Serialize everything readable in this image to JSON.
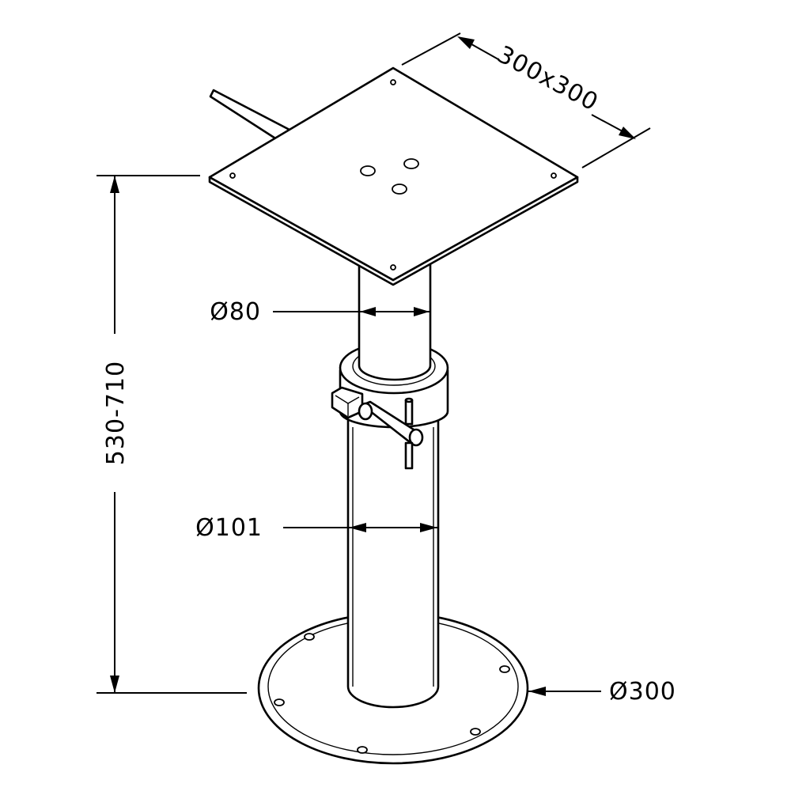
{
  "dimensions": {
    "plate_size": "300x300",
    "column_diameter": "Ø80",
    "tube_diameter": "Ø101",
    "base_diameter": "Ø300",
    "height_range": "530-710"
  },
  "colors": {
    "line": "#000000",
    "background": "#ffffff"
  }
}
